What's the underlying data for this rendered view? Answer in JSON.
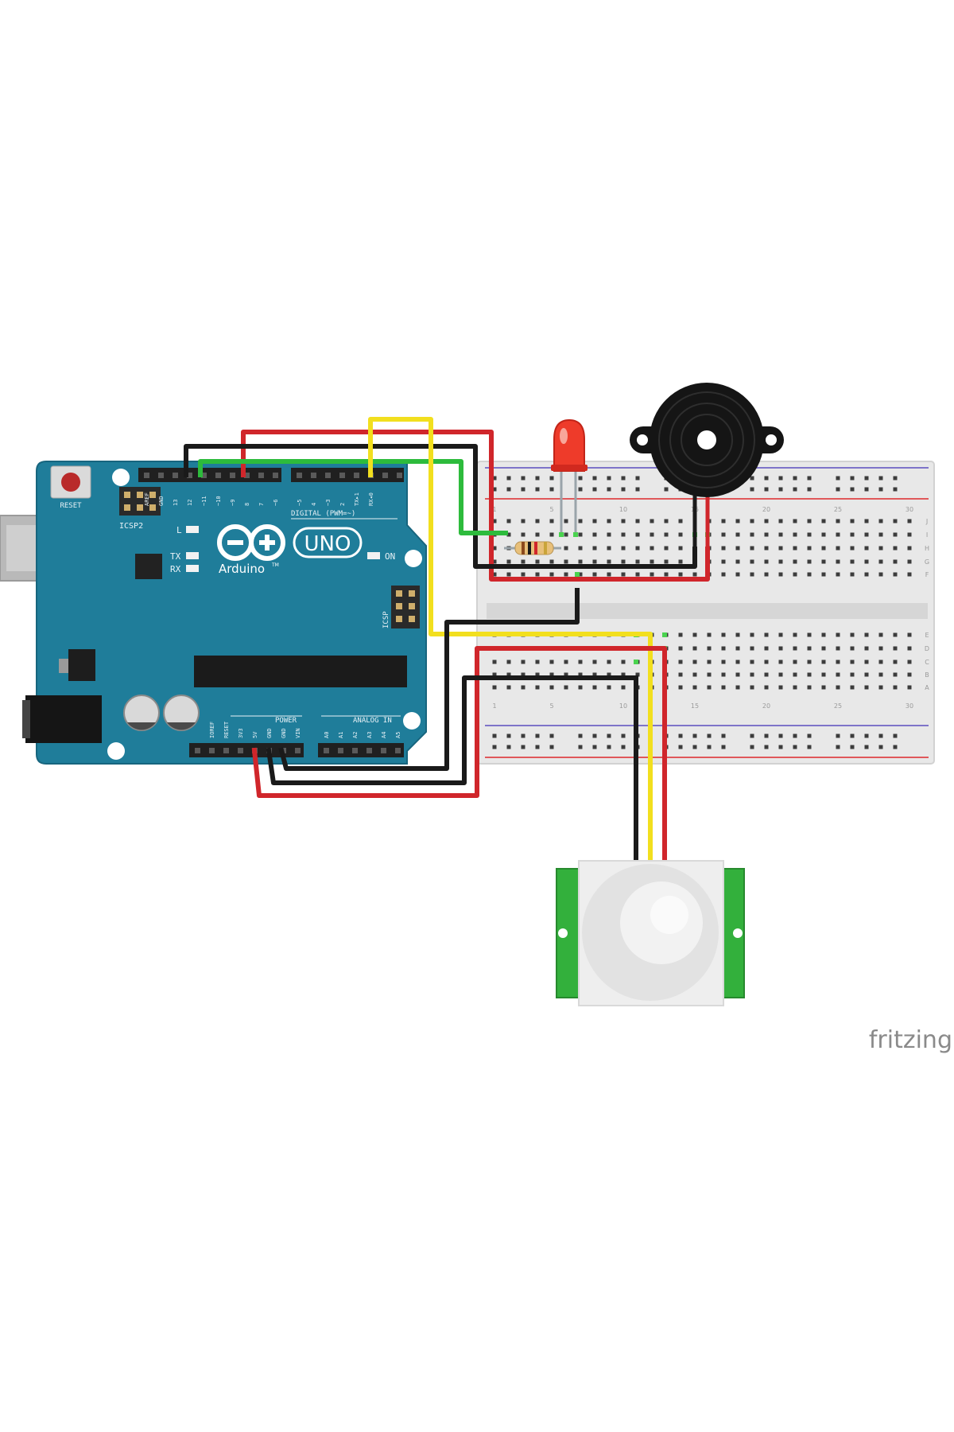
{
  "board": {
    "logo_text": "UNO",
    "brand_text": "Arduino",
    "brand_mark": "TM",
    "reset_label": "RESET",
    "icsp2_label": "ICSP2",
    "icsp_label": "ICSP",
    "l_label": "L",
    "tx_label": "TX",
    "rx_label": "RX",
    "on_label": "ON",
    "digital_label": "DIGITAL (PWM=~)",
    "power_label": "POWER",
    "analog_label": "ANALOG IN",
    "top_pin_labels": [
      "AREF",
      "GND",
      "13",
      "12",
      "~11",
      "~10",
      "~9",
      "8",
      "7",
      "~6",
      "~5",
      "4",
      "~3",
      "2",
      "TX▸1",
      "RX◂0"
    ],
    "bottom_pin_labels": [
      "IOREF",
      "RESET",
      "3V3",
      "5V",
      "GND",
      "GND",
      "VIN",
      "A0",
      "A1",
      "A2",
      "A3",
      "A4",
      "A5"
    ]
  },
  "breadboard": {
    "column_numbers": [
      "1",
      "5",
      "10",
      "15",
      "20",
      "25",
      "30"
    ],
    "row_letters_top": [
      "J",
      "I",
      "H",
      "G",
      "F"
    ],
    "row_letters_bottom": [
      "E",
      "D",
      "C",
      "B",
      "A"
    ]
  },
  "watermark": "fritzing",
  "colors": {
    "board_blue": "#1f7d9a",
    "wire_red": "#d0262b",
    "wire_black": "#1a1a1a",
    "wire_yellow": "#f2df1e",
    "wire_green": "#2dbb3c",
    "pir_green": "#33b03c",
    "led_red": "#ee3b2a"
  }
}
